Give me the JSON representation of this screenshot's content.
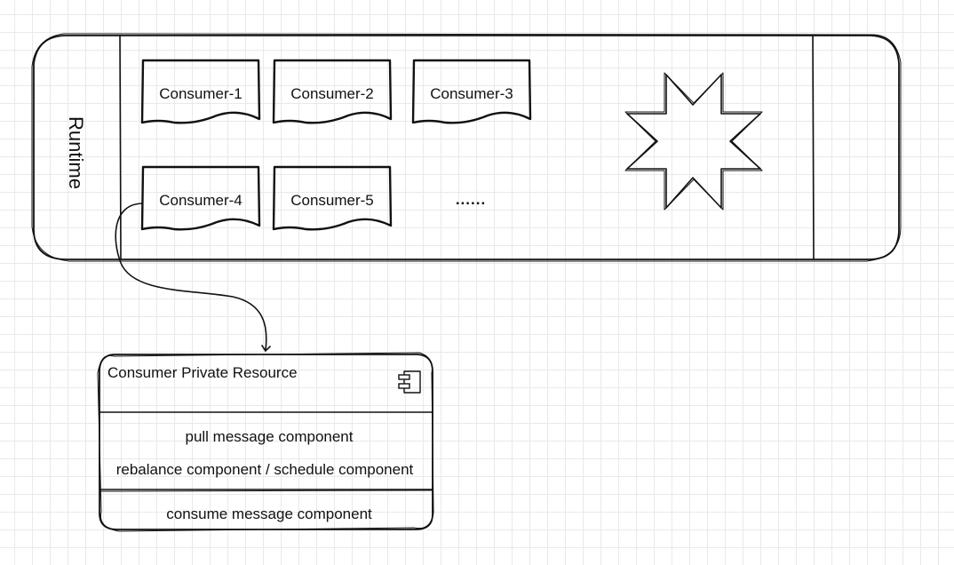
{
  "runtime": {
    "label": "Runtime",
    "consumers": [
      {
        "label": "Consumer-1"
      },
      {
        "label": "Consumer-2"
      },
      {
        "label": "Consumer-3"
      },
      {
        "label": "Consumer-4"
      },
      {
        "label": "Consumer-5"
      }
    ],
    "ellipsis": "......"
  },
  "resource": {
    "title": "Consumer Private Resource",
    "component_icon": "component-icon",
    "sections": [
      {
        "items": [
          "pull message component",
          "rebalance component / schedule component"
        ]
      },
      {
        "items": [
          "consume message component"
        ]
      }
    ]
  },
  "connector": {
    "from": "Consumer-4",
    "to": "Consumer Private Resource"
  },
  "decoration": {
    "shape": "star-icon"
  },
  "colors": {
    "stroke": "#111111",
    "grid": "#e9e9e9",
    "background": "#ffffff"
  }
}
